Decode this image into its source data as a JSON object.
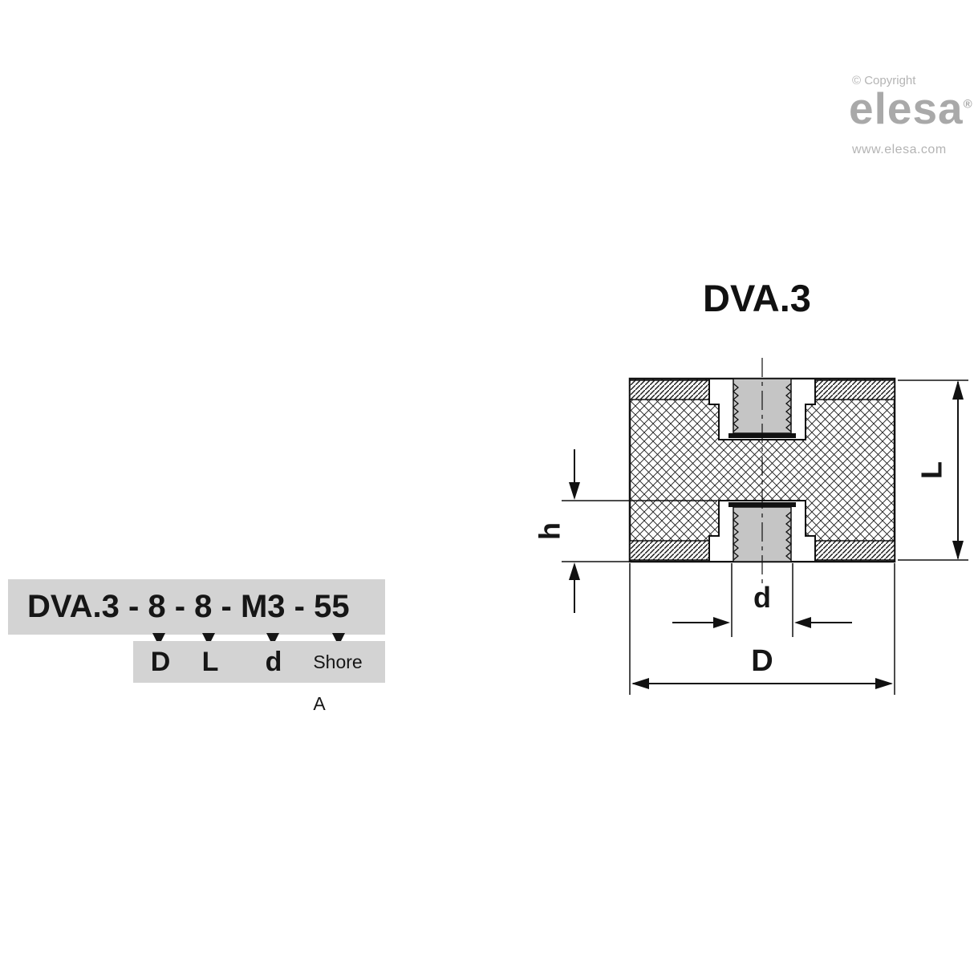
{
  "branding": {
    "copyright": "© Copyright",
    "logo_text": "elesa",
    "registered_mark": "®",
    "website": "www.elesa.com"
  },
  "drawing": {
    "title": "DVA.3",
    "dims": {
      "length": "L",
      "insert_height": "h",
      "thread_diameter": "d",
      "outer_diameter": "D"
    }
  },
  "ordering": {
    "code": "DVA.3 - 8 - 8 - M3 - 55",
    "labels": [
      "D",
      "L",
      "d",
      "Shore A"
    ]
  },
  "colors": {
    "box_gray": "#d3d3d3",
    "hole_gray": "#c5c5c5",
    "brand_gray": "#a9a9a9",
    "muted_gray": "#b4b4b4",
    "line_black": "#161616"
  }
}
